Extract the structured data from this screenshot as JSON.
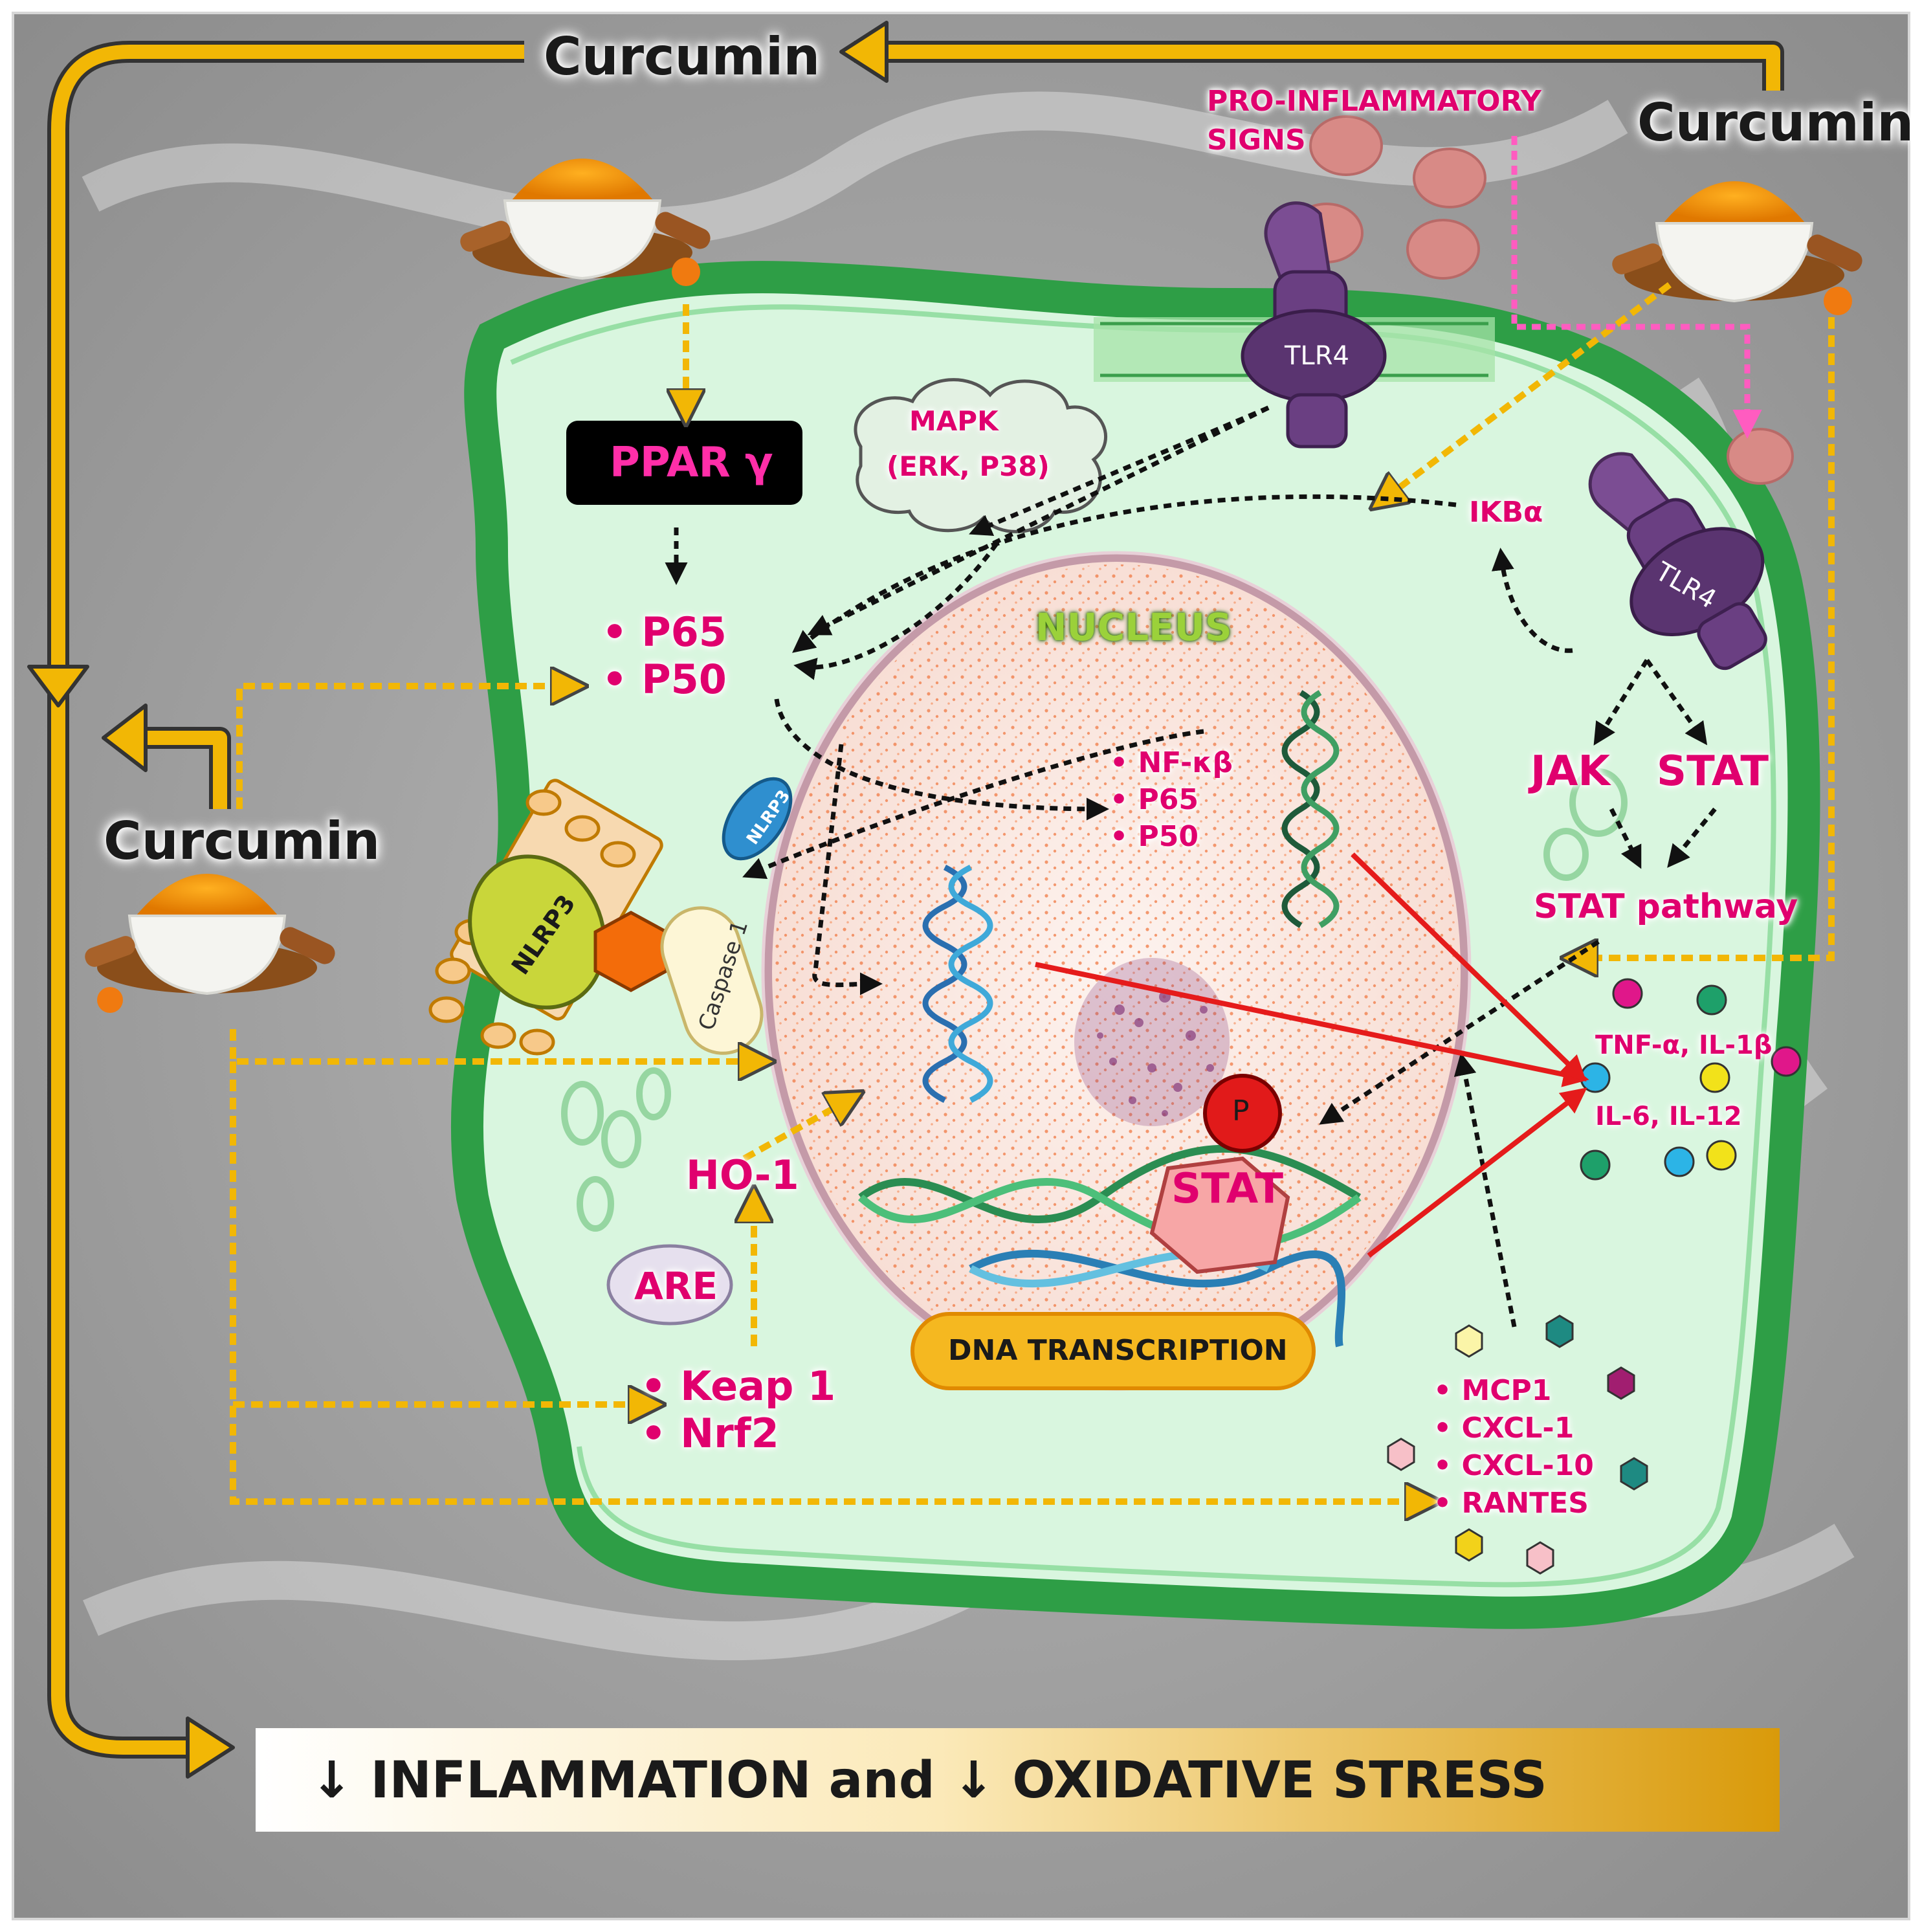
{
  "labels": {
    "curcumin_top": "Curcumin",
    "curcumin_right": "Curcumin",
    "curcumin_left": "Curcumin",
    "pro_inflammatory_line1": "PRO-INFLAMMATORY",
    "pro_inflammatory_line2": "SIGNS",
    "tlr4_top": "TLR4",
    "tlr4_right": "TLR4",
    "ppar": "PPAR γ",
    "mapk_line1": "MAPK",
    "mapk_line2": "(ERK, P38)",
    "ikba": "IKBα",
    "nucleus": "NUCLEUS",
    "nlrp3_small": "NLRP3",
    "nlrp3_big": "NLRP3",
    "caspase": "Caspase 1",
    "jak": "JAK",
    "stat_right": "STAT",
    "stat_pathway": "STAT pathway",
    "stat_nucleus": "STAT",
    "p_badge": "P",
    "ho1": "HO-1",
    "are": "ARE",
    "dna_transcription": "DNA TRANSCRIPTION",
    "cytokines_line1": "TNF-α, IL-1β",
    "cytokines_line2": "IL-6, IL-12",
    "banner": "↓ INFLAMMATION and ↓ OXIDATIVE STRESS"
  },
  "lists": {
    "p65_p50": [
      "P65",
      "P50"
    ],
    "nfkb": [
      "NF-κβ",
      "P65",
      "P50"
    ],
    "keap_nrf": [
      "Keap 1",
      "Nrf2"
    ],
    "chemokines": [
      "MCP1",
      "CXCL-1",
      "CXCL-10",
      "RANTES"
    ]
  },
  "colors": {
    "cell_membrane": "#2e9e46",
    "cytoplasm": "#d8f5df",
    "nucleus_fill": "#fbe9e4",
    "accent_pink": "#e0006e",
    "curcumin_arrow": "#f2b705",
    "inhibit_arrow": "#e51b1b",
    "tlr4_purple": "#5a3470"
  },
  "icons": [
    "turmeric-bowl-icon",
    "tlr4-receptor-icon",
    "dna-helix-icon",
    "cytokine-sphere-icon",
    "chemokine-hexagon-icon"
  ]
}
